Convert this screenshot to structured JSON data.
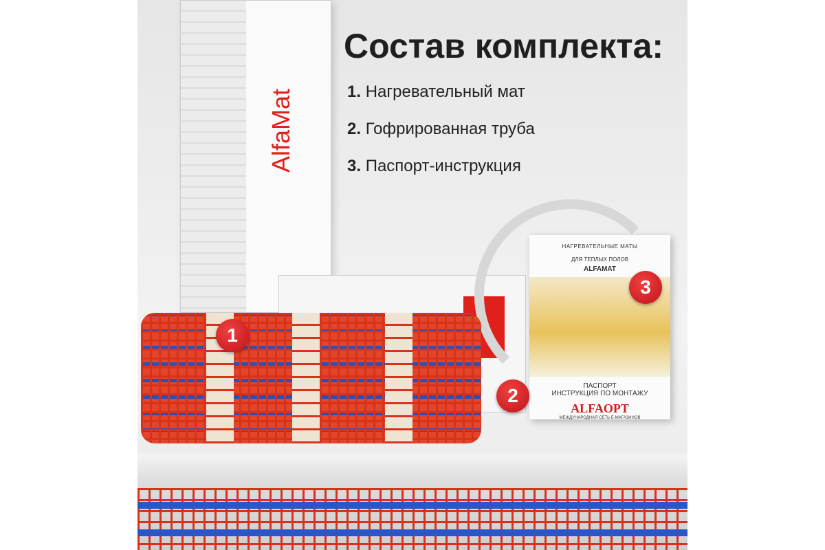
{
  "heading": "Состав комплекта:",
  "items": [
    {
      "num": "1.",
      "text": "Нагревательный мат"
    },
    {
      "num": "2.",
      "text": "Гофрированная труба"
    },
    {
      "num": "3.",
      "text": "Паспорт-инструкция"
    }
  ],
  "box": {
    "logo_a": "Alfa",
    "logo_b": "Mat"
  },
  "booklet": {
    "line1": "НАГРЕВАТЕЛЬНЫЕ МАТЫ",
    "line2": "ДЛЯ ТЕПЛЫХ ПОЛОВ",
    "line3": "ALFAMAT",
    "line4": "ПАСПОРТ",
    "line5": "ИНСТРУКЦИЯ ПО МОНТАЖУ",
    "brand": "ALFAOPT",
    "tagline": "МЕЖДУНАРОДНАЯ СЕТЬ Е-МАГАЗИНОВ"
  },
  "badges": [
    "1",
    "2",
    "3"
  ],
  "colors": {
    "accent": "#e0201a",
    "cable": "#2b56c8"
  }
}
